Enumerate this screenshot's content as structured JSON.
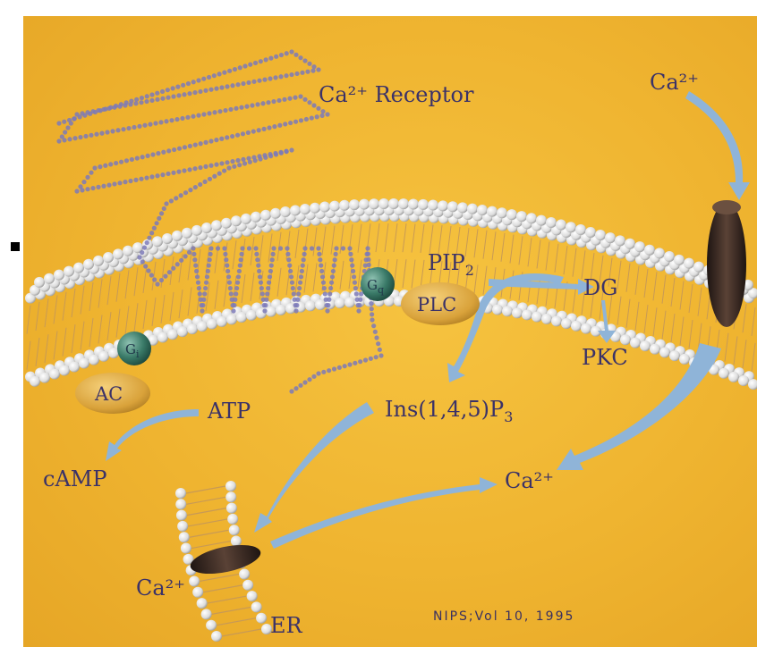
{
  "diagram": {
    "receptor_label": "Ca²⁺ Receptor",
    "extracellular_ca": "Ca²⁺",
    "cytosolic_ca": "Ca²⁺",
    "er_ca": "Ca²⁺",
    "gi": "G",
    "gi_sub": "i",
    "gq": "G",
    "gq_sub": "q",
    "ac": "AC",
    "plc": "PLC",
    "pip2": "PIP",
    "pip2_sub": "2",
    "dg": "DG",
    "pkc": "PKC",
    "atp": "ATP",
    "camp": "cAMP",
    "ip3": "Ins(1,4,5)P",
    "ip3_sub": "3",
    "er": "ER",
    "citation": "NIPS;Vol 10, 1995"
  },
  "colors": {
    "background": "#efb430",
    "arrow": "#8fb4d8",
    "lipid_head": "#eeeeee",
    "receptor_chain": "#7d7ab8",
    "g_protein": "#2f6b5c",
    "enzyme": "#d9a23a",
    "channel": "#3b2a22",
    "text": "#3b3268"
  }
}
